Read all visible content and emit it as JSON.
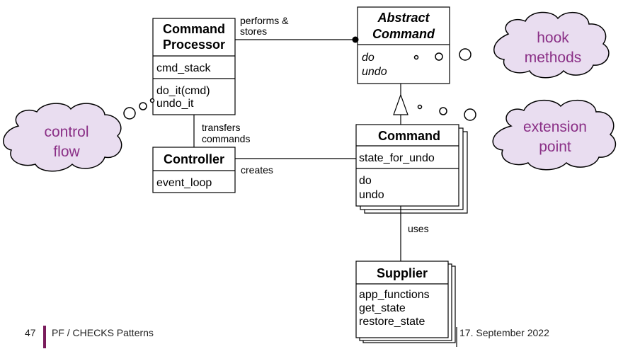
{
  "classes": {
    "command_processor": {
      "title": [
        "Command",
        "Processor"
      ],
      "attributes": [
        "cmd_stack"
      ],
      "methods": [
        "do_it(cmd)",
        "undo_it"
      ]
    },
    "abstract_command": {
      "title": [
        "Abstract",
        "Command"
      ],
      "methods": [
        "do",
        "undo"
      ]
    },
    "controller": {
      "title": "Controller",
      "methods": [
        "event_loop"
      ]
    },
    "command": {
      "title": "Command",
      "attributes": [
        "state_for_undo"
      ],
      "methods": [
        "do",
        "undo"
      ]
    },
    "supplier": {
      "title": "Supplier",
      "methods": [
        "app_functions",
        "get_state",
        "restore_state"
      ],
      "shadow_fragment": "s"
    }
  },
  "associations": {
    "performs_stores": [
      "performs &",
      "stores"
    ],
    "transfers_commands": [
      "transfers",
      "commands"
    ],
    "creates": "creates",
    "uses": "uses"
  },
  "callouts": {
    "hook_methods": [
      "hook",
      "methods"
    ],
    "extension_point": [
      "extension",
      "point"
    ],
    "control_flow": [
      "control",
      "flow"
    ]
  },
  "footer": {
    "page_number": "47",
    "title": "PF / CHECKS Patterns",
    "date": "17. September 2022"
  },
  "colors": {
    "cloud_fill": "#e9ddf0",
    "cloud_text": "#8a2f86",
    "footer_bar": "#7a1c5c",
    "line": "#000000"
  }
}
